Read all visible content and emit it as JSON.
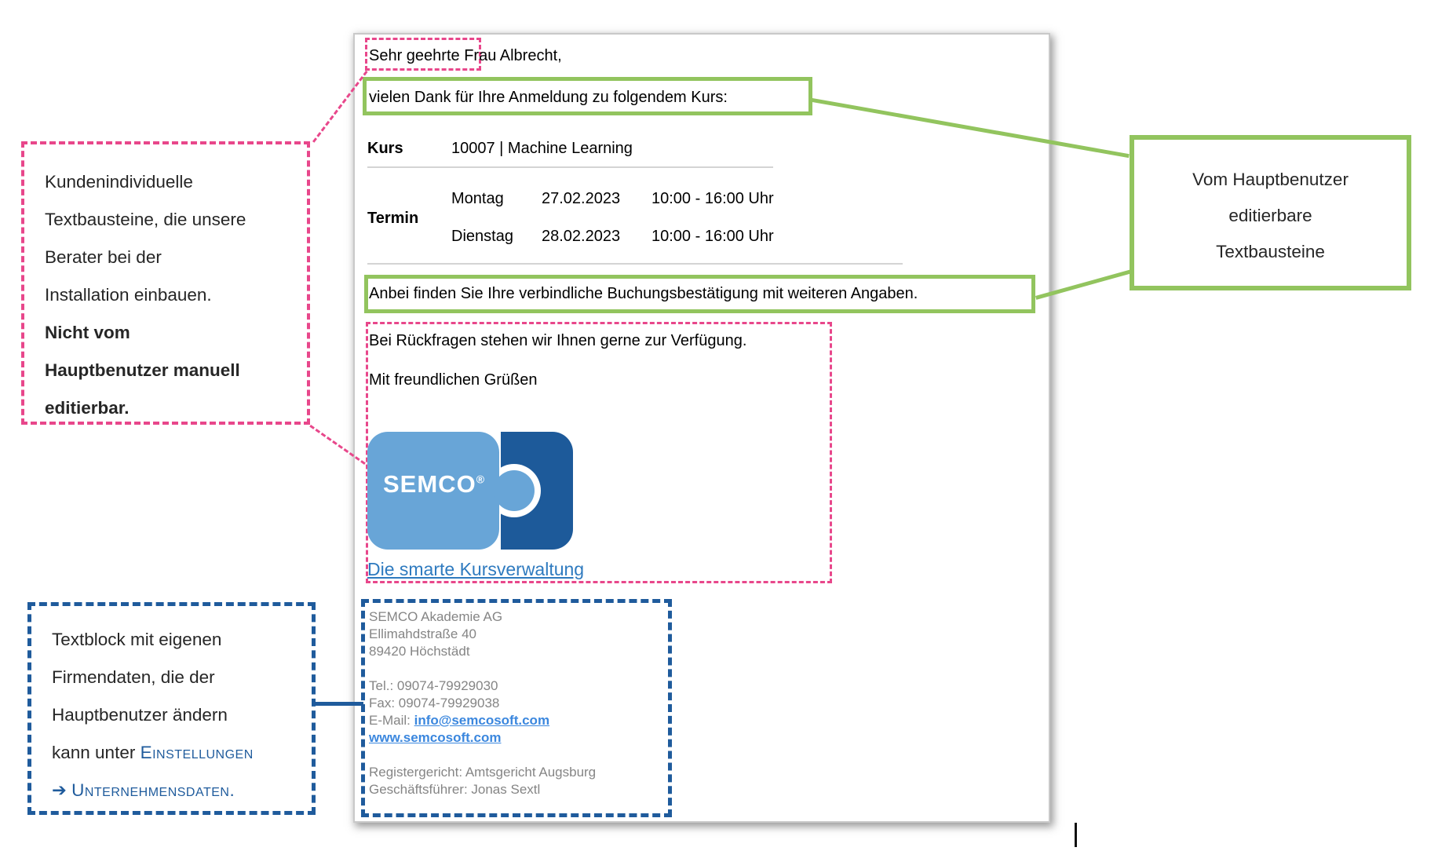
{
  "email": {
    "greeting_highlight": "Sehr geehrte",
    "greeting_rest": " Frau Albrecht,",
    "thanks_line": "vielen Dank für Ihre Anmeldung zu folgendem Kurs:",
    "course_table": {
      "kurs_label": "Kurs",
      "kurs_value": "10007 | Machine Learning",
      "termin_label": "Termin",
      "sessions": [
        {
          "day": "Montag",
          "date": "27.02.2023",
          "time": "10:00 - 16:00 Uhr"
        },
        {
          "day": "Dienstag",
          "date": "28.02.2023",
          "time": "10:00 - 16:00 Uhr"
        }
      ]
    },
    "attachment_line": "Anbei finden Sie Ihre verbindliche Buchungsbestätigung mit weiteren Angaben.",
    "questions_line": "Bei Rückfragen stehen wir Ihnen gerne zur Verfügung.",
    "closing_line": "Mit freundlichen Grüßen",
    "logo": {
      "name": "SEMCO",
      "registered": "®",
      "tagline": "Die smarte Kursverwaltung"
    },
    "signature": {
      "company": "SEMCO Akademie AG",
      "street": "Ellimahdstraße 40",
      "city": "89420 Höchstädt",
      "tel": "Tel.: 09074-79929030",
      "fax": "Fax: 09074-79929038",
      "email_label": "E-Mail: ",
      "email_link": "info@semcosoft.com",
      "website": "www.semcosoft.com",
      "register_court": "Registergericht: Amtsgericht Augsburg",
      "ceo": "Geschäftsführer: Jonas Sextl"
    }
  },
  "annotations": {
    "left_pink": {
      "lines_regular": [
        "Kundenindividuelle",
        "Textbausteine, die unsere",
        "Berater bei der",
        "Installation einbauen."
      ],
      "lines_bold": [
        "Nicht vom",
        "Hauptbenutzer manuell",
        "editierbar."
      ]
    },
    "left_blue": {
      "lines": [
        "Textblock mit eigenen",
        "Firmendaten, die der",
        "Hauptbenutzer ändern"
      ],
      "line4_prefix": "kann unter ",
      "line4_smallcaps": "Einstellungen",
      "line5_arrow": "➔ ",
      "line5_smallcaps": "Unternehmensdaten."
    },
    "right_green": {
      "lines": [
        "Vom Hauptbenutzer",
        "editierbare",
        "Textbausteine"
      ]
    }
  },
  "colors": {
    "pink": "#e8478b",
    "green": "#92c45e",
    "blue": "#1f5b9c",
    "link": "#3b87de",
    "tagline": "#2e7abf",
    "logo_light": "#68a5d7",
    "logo_dark": "#1d5a9a",
    "gray": "#858585"
  }
}
